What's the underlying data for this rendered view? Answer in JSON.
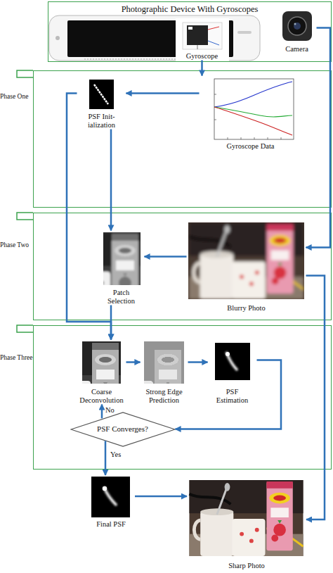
{
  "diagram": {
    "nodes": [
      {
        "text": [
          "Photographic Device With Gyroscopes"
        ]
      },
      {
        "text": [
          "Gyroscope"
        ],
        "in": 0
      },
      {
        "text": [
          "Camera"
        ],
        "in": 0
      },
      {
        "text": [
          "Phase One"
        ]
      },
      {
        "text": [
          "PSF Init- ialization"
        ],
        "in": 3
      },
      {
        "text": [
          "Gyroscope Data"
        ],
        "in": 3
      },
      {
        "text": [
          "Phase Two"
        ]
      },
      {
        "text": [
          "Patch Selection"
        ],
        "in": 6
      },
      {
        "text": [
          "Blurry Photo"
        ],
        "in": 6
      },
      {
        "text": [
          "Phase Three"
        ]
      },
      {
        "text": [
          "Coarse Deconvolution"
        ],
        "in": 9
      },
      {
        "text": [
          "Strong Edge Prediction"
        ],
        "in": 9
      },
      {
        "text": [
          "PSF Estimation"
        ],
        "in": 9
      },
      {
        "text": [
          "PSF Converges?"
        ],
        "in": 9
      },
      {
        "text": [
          "Final PSF"
        ]
      },
      {
        "text": [
          "Sharp Photo"
        ]
      }
    ],
    "edges": [
      {
        "from": 1,
        "to": 5,
        "arrow": "to"
      },
      {
        "from": 5,
        "to": 4,
        "arrow": "to"
      },
      {
        "from": 2,
        "to": 8,
        "arrow": "to"
      },
      {
        "from": 4,
        "to": 7,
        "arrow": "to"
      },
      {
        "from": 4,
        "to": 10,
        "arrow": "to"
      },
      {
        "from": 7,
        "to": 10,
        "arrow": "to"
      },
      {
        "from": 8,
        "to": 7,
        "arrow": "to"
      },
      {
        "from": 10,
        "to": 11,
        "arrow": "to"
      },
      {
        "from": 11,
        "to": 12,
        "arrow": "to"
      },
      {
        "from": 12,
        "to": 13,
        "arrow": "to"
      },
      {
        "from": 13,
        "to": 10,
        "label": "No",
        "arrow": "to"
      },
      {
        "from": 13,
        "to": 14,
        "label": "Yes",
        "arrow": "to"
      },
      {
        "from": 14,
        "to": 15,
        "arrow": "to"
      },
      {
        "from": 8,
        "to": 15,
        "arrow": "to"
      }
    ]
  }
}
